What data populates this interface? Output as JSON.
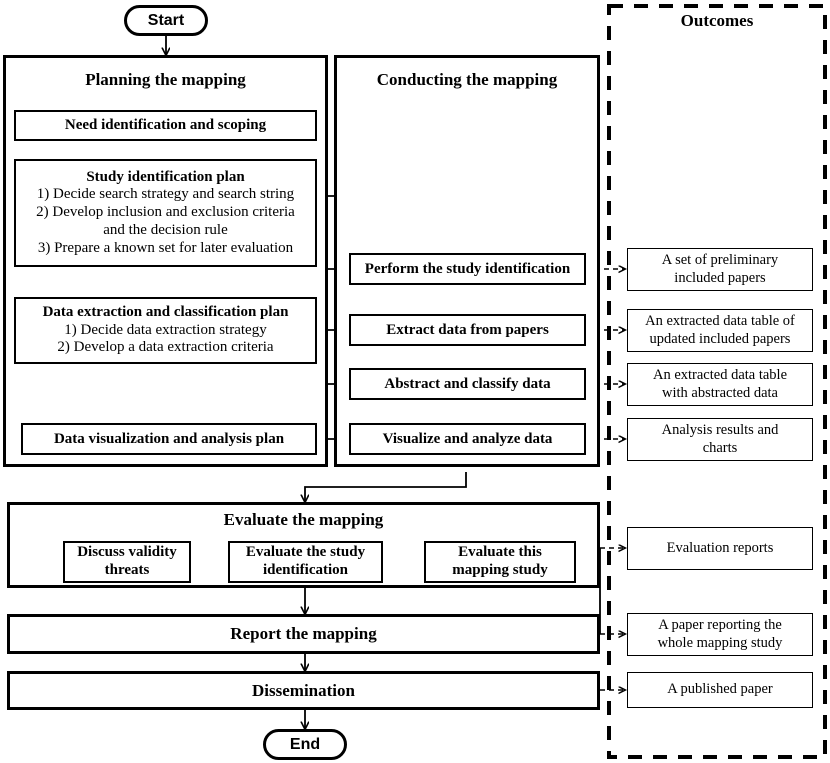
{
  "diagram": {
    "title": "Systematic mapping study process flowchart",
    "terminators": {
      "start": "Start",
      "end": "End"
    },
    "outcomes_panel": {
      "title": "Outcomes"
    },
    "phases": {
      "planning": {
        "title": "Planning the mapping",
        "steps": [
          {
            "title": "Need identification and scoping",
            "items": []
          },
          {
            "title": "Study identification plan",
            "items": [
              "1) Decide search strategy and search string",
              "2) Develop inclusion and exclusion criteria",
              "and the decision rule",
              "3) Prepare a known set for later evaluation"
            ]
          },
          {
            "title": "Data extraction and classification plan",
            "items": [
              "1) Decide data extraction strategy",
              "2) Develop a data extraction criteria"
            ]
          },
          {
            "title": "Data visualization and analysis plan",
            "items": []
          }
        ]
      },
      "conducting": {
        "title": "Conducting the mapping",
        "steps": [
          {
            "title": "Perform the study identification"
          },
          {
            "title": "Extract data from papers"
          },
          {
            "title": "Abstract and classify data"
          },
          {
            "title": "Visualize and analyze data"
          }
        ]
      },
      "evaluate": {
        "title": "Evaluate the mapping",
        "steps": [
          {
            "line1": "Discuss validity",
            "line2": "threats"
          },
          {
            "line1": "Evaluate the study",
            "line2": "identification"
          },
          {
            "line1": "Evaluate this",
            "line2": "mapping study"
          }
        ]
      },
      "report": {
        "title": "Report the mapping"
      },
      "dissemination": {
        "title": "Dissemination"
      }
    },
    "outcomes": [
      {
        "line1": "A set of preliminary",
        "line2": "included papers"
      },
      {
        "line1": "An extracted data table of",
        "line2": "updated included papers"
      },
      {
        "line1": "An extracted data table",
        "line2": "with abstracted data"
      },
      {
        "line1": "Analysis results and",
        "line2": "charts"
      },
      {
        "line1": "Evaluation reports",
        "line2": ""
      },
      {
        "line1": "A paper reporting the",
        "line2": "whole mapping study"
      },
      {
        "line1": "A published paper",
        "line2": ""
      }
    ],
    "colors": {
      "stroke": "#000000",
      "background": "#ffffff"
    }
  }
}
